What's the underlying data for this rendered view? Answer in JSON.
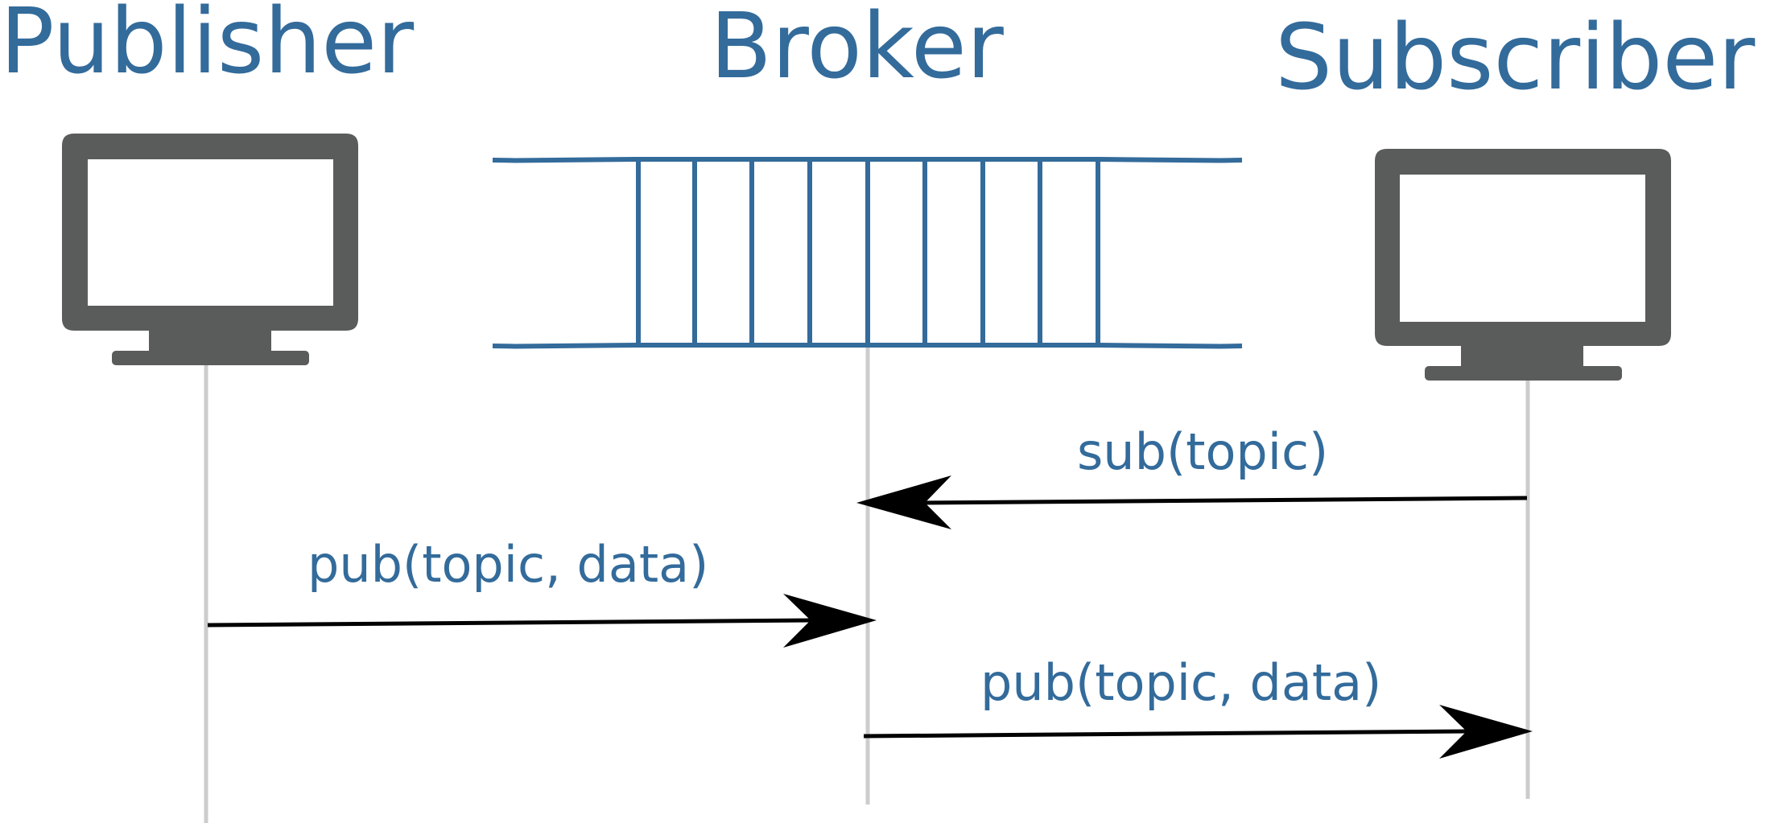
{
  "participants": {
    "publisher": {
      "label": "Publisher",
      "icon": "monitor-icon"
    },
    "broker": {
      "label": "Broker",
      "icon": "message-queue-icon"
    },
    "subscriber": {
      "label": "Subscriber",
      "icon": "monitor-icon"
    }
  },
  "messages": [
    {
      "from": "subscriber",
      "to": "broker",
      "label": "sub(topic)"
    },
    {
      "from": "publisher",
      "to": "broker",
      "label": "pub(topic, data)"
    },
    {
      "from": "broker",
      "to": "subscriber",
      "label": "pub(topic, data)"
    }
  ],
  "colors": {
    "accent": "#336b9b",
    "icon": "#5a5c5b",
    "lifeline": "#cccccc",
    "arrow": "#000000",
    "background": "#ffffff"
  }
}
